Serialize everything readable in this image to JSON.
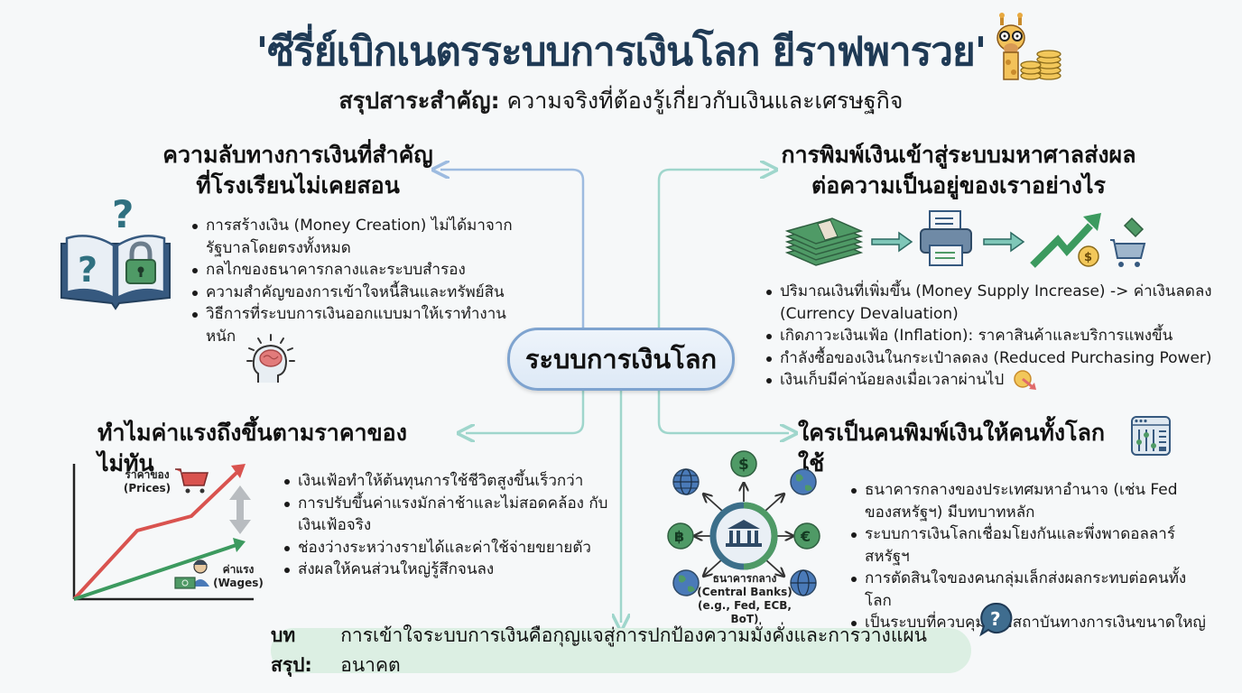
{
  "header": {
    "title": "'ซีรี่ย์เบิกเนตรระบบการเงินโลก ยีราฟพารวย'",
    "subtitle_bold": "สรุปสาระสำคัญ:",
    "subtitle_rest": " ความจริงที่ต้องรู้เกี่ยวกับเงินและเศรษฐกิจ",
    "mascot_icon": "giraffe-with-coins-icon"
  },
  "hub": {
    "label": "ระบบการเงินโลก"
  },
  "colors": {
    "title": "#1f3a55",
    "connector_blue": "#9dbbe0",
    "connector_teal": "#9fd6cc",
    "money_green": "#3f8a5a",
    "price_red": "#d9534f",
    "wage_green": "#3c9a5f",
    "conclusion_bg": "#dcefe3"
  },
  "sections": {
    "top_left": {
      "title_line1": "ความลับทางการเงินที่สำคัญ",
      "title_line2": "ที่โรงเรียนไม่เคยสอน",
      "icons": [
        "book-lock-question-icon",
        "brain-head-icon"
      ],
      "bullets": [
        "การสร้างเงิน (Money Creation) ไม่ได้มาจาก รัฐบาลโดยตรงทั้งหมด",
        "กลไกของธนาคารกลางและระบบสำรอง",
        "ความสำคัญของการเข้าใจหนี้สินและทรัพย์สิน",
        "วิธีการที่ระบบการเงินออกแบบมาให้เราทำงานหนัก"
      ]
    },
    "top_right": {
      "title_line1": "การพิมพ์เงินเข้าสู่ระบบมหาศาลส่งผล",
      "title_line2": "ต่อความเป็นอยู่ของเราอย่างไร",
      "icons": [
        "money-stack-icon",
        "arrow-right-icon",
        "printer-icon",
        "arrow-right-icon",
        "trend-up-coin-icon",
        "shopping-cart-price-tag-icon"
      ],
      "bullets": [
        "ปริมาณเงินที่เพิ่มขึ้น (Money Supply Increase) -> ค่าเงินลดลง (Currency Devaluation)",
        "เกิดภาวะเงินเฟ้อ (Inflation): ราคาสินค้าและบริการแพงขึ้น",
        "กำลังซื้อของเงินในกระเป๋าลดลง (Reduced Purchasing Power)",
        "เงินเก็บมีค่าน้อยลงเมื่อเวลาผ่านไป"
      ]
    },
    "bottom_left": {
      "title": "ทำไมค่าแรงถึงขึ้นตามราคาของไม่ทัน",
      "chart_labels": {
        "prices_th": "ราคาของ",
        "prices_en": "(Prices)",
        "wages_th": "ค่าแรง",
        "wages_en": "(Wages)"
      },
      "bullets": [
        "เงินเฟ้อทำให้ต้นทุนการใช้ชีวิตสูงขึ้นเร็วกว่า",
        "การปรับขึ้นค่าแรงมักล่าช้าและไม่สอดคล้อง กับเงินเฟ้อจริง",
        "ช่องว่างระหว่างรายได้และค่าใช้จ่ายขยายตัว",
        "ส่งผลให้คนส่วนใหญ่รู้สึกจนลง"
      ]
    },
    "bottom_right": {
      "title": "ใครเป็นคนพิมพ์เงินให้คนทั้งโลกใช้",
      "title_icon": "control-panel-sliders-icon",
      "bank_label_th": "ธนาคารกลาง",
      "bank_label_en": "(Central Banks)",
      "bank_label_eg": "(e.g., Fed, ECB, BoT)",
      "satellites": [
        "dollar-coin-icon",
        "globe-icon",
        "globe-earth-icon",
        "euro-coin-icon",
        "globe-icon",
        "globe-earth-icon",
        "baht-coin-icon"
      ],
      "bullets": [
        "ธนาคารกลางของประเทศมหาอำนาจ (เช่น Fed ของสหรัฐฯ) มีบทบาทหลัก",
        "ระบบการเงินโลกเชื่อมโยงกันและพึ่งพาดอลลาร์สหรัฐฯ",
        "การตัดสินใจของคนกลุ่มเล็กส่งผลกระทบต่อคนทั้งโลก",
        "เป็นระบบที่ควบคุมโดยสถาบันทางการเงินขนาดใหญ่"
      ]
    }
  },
  "conclusion": {
    "bold": "บทสรุป:",
    "text": "การเข้าใจระบบการเงินคือกุญแจสู่การปกป้องความมั่งคั่งและการวางแผนอนาคต"
  }
}
